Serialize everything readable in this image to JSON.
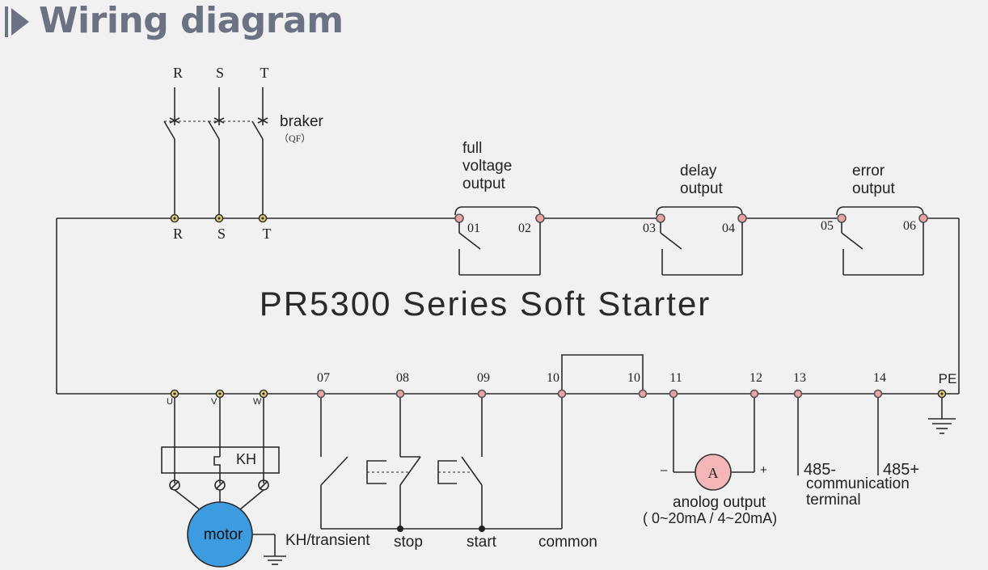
{
  "header": {
    "title": "Wiring diagram"
  },
  "supply": {
    "phases": [
      "R",
      "S",
      "T"
    ]
  },
  "breaker": {
    "label": "braker",
    "code": "（QF）"
  },
  "input_terminals": [
    "R",
    "S",
    "T"
  ],
  "output_terminals": [
    "U",
    "V",
    "W"
  ],
  "relays": {
    "full_voltage": {
      "label_lines": [
        "full",
        "voltage",
        "output"
      ],
      "terminals": [
        "01",
        "02"
      ]
    },
    "delay": {
      "label_lines": [
        "delay",
        "output"
      ],
      "terminals": [
        "03",
        "04"
      ]
    },
    "error": {
      "label_lines": [
        "error",
        "output"
      ],
      "terminals": [
        "05",
        "06"
      ]
    }
  },
  "device": {
    "name": "PR5300 Series Soft Starter"
  },
  "control_terminals": {
    "t07": "07",
    "t08": "08",
    "t09": "09",
    "t10a": "10",
    "t10b": "10",
    "t11": "11",
    "t12": "12",
    "t13": "13",
    "t14": "14",
    "pe": "PE"
  },
  "overload": {
    "label": "KH"
  },
  "motor": {
    "label": "motor"
  },
  "control_labels": {
    "kh_transient": "KH/transient",
    "stop": "stop",
    "start": "start",
    "common": "common"
  },
  "analog": {
    "meter": "A",
    "minus": "–",
    "plus": "+",
    "label": "anolog output",
    "range": "( 0~20mA / 4~20mA)"
  },
  "rs485": {
    "minus": "485-",
    "plus": "485+",
    "label_lines": [
      "communication",
      "terminal"
    ]
  }
}
